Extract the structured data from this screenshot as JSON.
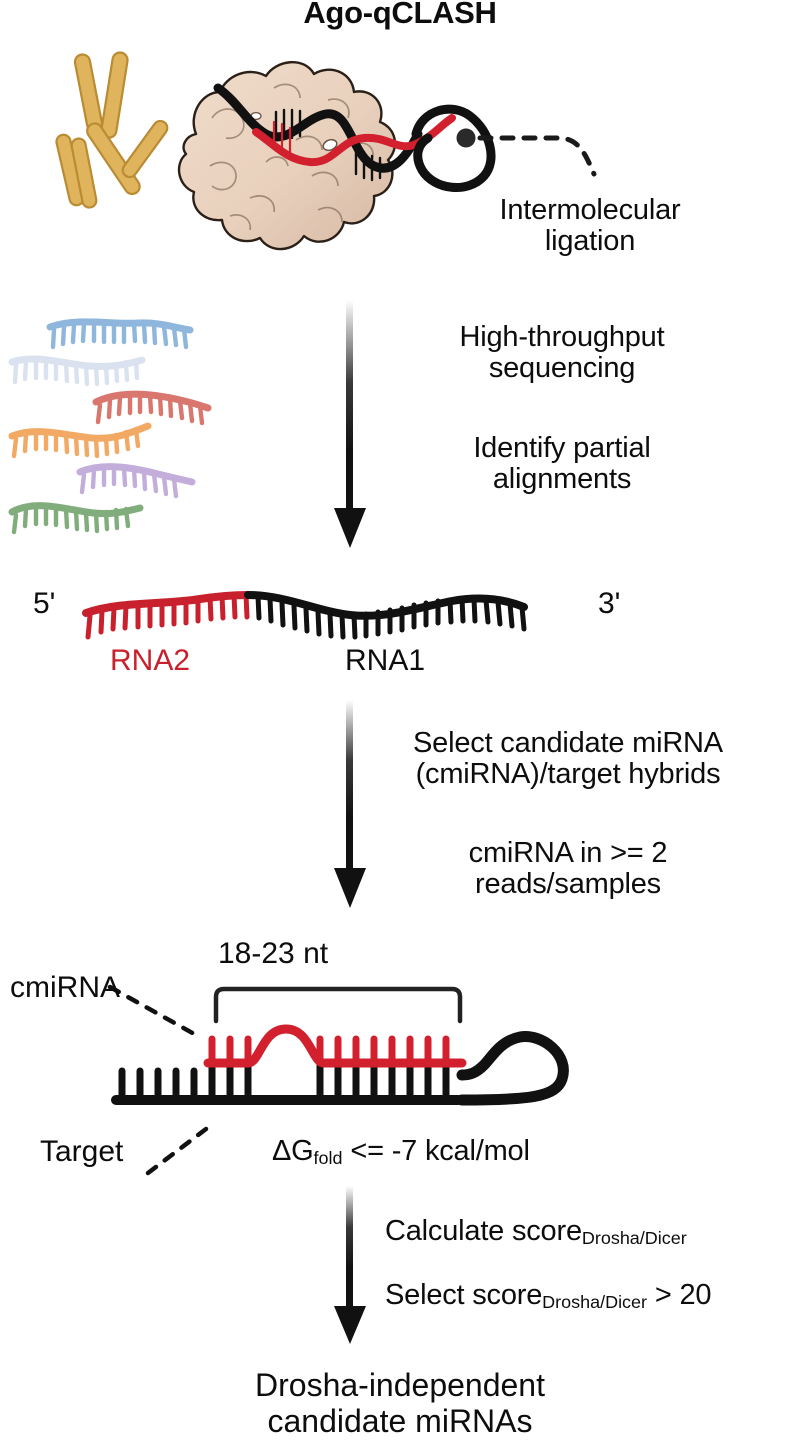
{
  "figure": {
    "title": "Ago-qCLASH",
    "type": "workflow-diagram",
    "background_color": "#ffffff"
  },
  "palette": {
    "rna_red": "#c8202c",
    "hybrid_red": "#d2202e",
    "black": "#111111",
    "antibody_gold": "#e0b45c",
    "antibody_gold_stroke": "#b98c33",
    "protein_tan": "#ebd3c0",
    "protein_tan_dark": "#d8bda8",
    "protein_stroke": "#2b2018",
    "read_blue": "#8fb7dd",
    "read_pale": "#dbe2ef",
    "read_salmon": "#d9776f",
    "read_orange": "#f2a964",
    "read_purple": "#c3aedb",
    "read_green": "#81ad7c"
  },
  "steps": [
    {
      "id": "step-ligation",
      "label_lines": [
        "Intermolecular",
        "ligation"
      ],
      "icons": [
        "antibody-icon",
        "argonaute-protein-icon",
        "rna-duplex-icon",
        "ligation-junction-dot-icon",
        "dashed-leader-icon"
      ]
    },
    {
      "id": "step-sequencing",
      "label_lines": [
        "High-throughput",
        "sequencing"
      ]
    },
    {
      "id": "step-alignment",
      "label_lines": [
        "Identify partial",
        "alignments"
      ]
    },
    {
      "id": "step-select-hybrids",
      "label_lines": [
        "Select candidate miRNA",
        "(cmiRNA)/target hybrids"
      ]
    },
    {
      "id": "step-read-threshold",
      "label_lines": [
        "cmiRNA in >= 2",
        "reads/samples"
      ]
    },
    {
      "id": "step-calculate-score",
      "prefix": "Calculate score",
      "subscript": "Drosha/Dicer",
      "suffix": ""
    },
    {
      "id": "step-select-score",
      "prefix": "Select score",
      "subscript": "Drosha/Dicer",
      "suffix": " > 20"
    }
  ],
  "chimeric_read": {
    "five_prime": "5'",
    "three_prime": "3'",
    "segment_red_label": "RNA2",
    "segment_black_label": "RNA1"
  },
  "hybrid": {
    "bracket_label": "18-23 nt",
    "cmirna_label": "cmiRNA",
    "target_label": "Target",
    "energy": {
      "delta": "ΔG",
      "subscript": "fold",
      "rest": " <= -7 kcal/mol"
    }
  },
  "reads_legend": {
    "count": 6,
    "colors": [
      "#8fb7dd",
      "#dbe2ef",
      "#d9776f",
      "#f2a964",
      "#c3aedb",
      "#81ad7c"
    ]
  },
  "result": {
    "line1": "Drosha-independent",
    "line2": "candidate miRNAs"
  }
}
